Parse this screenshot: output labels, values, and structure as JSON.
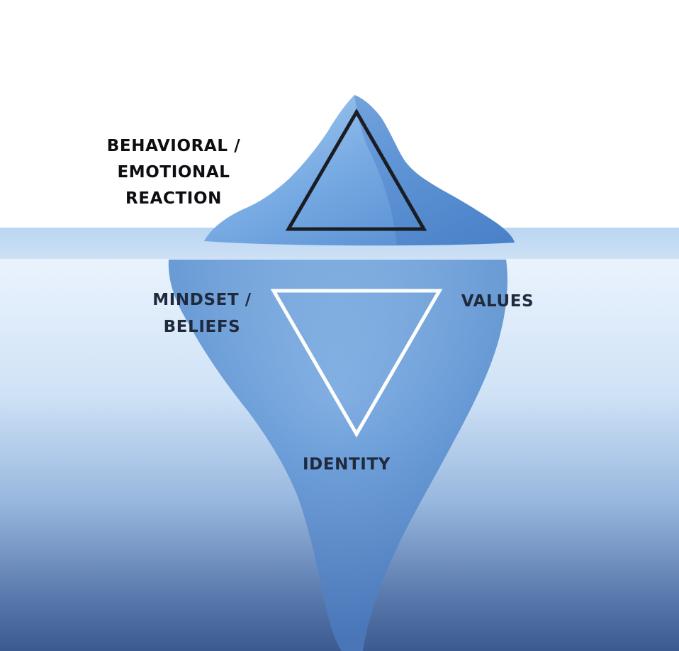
{
  "diagram": {
    "labels": {
      "behavioral_reaction": [
        "BEHAVIORAL /",
        "EMOTIONAL",
        "REACTION"
      ],
      "mindset_beliefs": [
        "MINDSET /",
        "BELIEFS"
      ],
      "values": "VALUES",
      "identity": "IDENTITY"
    },
    "colors": {
      "sky": "#ffffff",
      "water_surface": "#b9d6f2",
      "water_top": "#e6f1fc",
      "water_deep": "#3b5a8f",
      "ice_light": "#9cc4ee",
      "ice_mid": "#5c95d8",
      "ice_dark": "#3a6fb8",
      "triangle_above": "#1b1d24",
      "triangle_below": "#ffffff"
    }
  }
}
